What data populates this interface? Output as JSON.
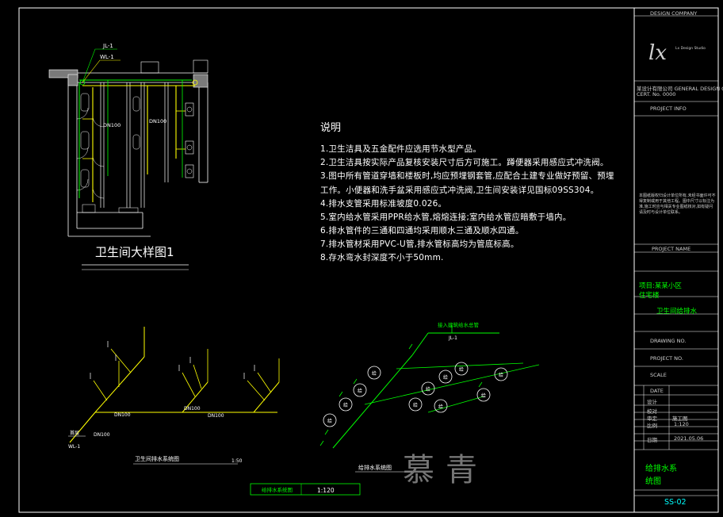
{
  "drawing_title": "卫生间大样图1",
  "notes": {
    "heading": "说明",
    "items": [
      "1.卫生洁具及五金配件应选用节水型产品。",
      "2.卫生洁具按实际产品复核安装尺寸后方可施工。蹲便器采用感应式冲洗阀。",
      "3.图中所有管道穿墙和楼板时,均应预埋钢套管,应配合土建专业做好预留、预埋",
      "工作。小便器和洗手盆采用感应式冲洗阀,卫生间安装详见国标09SS304。",
      "4.排水支管采用标准坡度0.026。",
      "5.室内给水管采用PPR给水管,熔熔连接;室内给水管应暗敷于墙内。",
      "6.排水管件的三通和四通均采用顺水三通及顺水四通。",
      "7.排水管材采用PVC-U管,排水管标高均为管底标高。",
      "8.存水弯水封深度不小于50mm."
    ]
  },
  "plan_labels": {
    "riser_jl": "JL-1",
    "riser_wl": "WL-1",
    "dn_left": "DN100",
    "dn_mid": "DN100"
  },
  "drainage_axon": {
    "title": "卫生间排水系统图",
    "scale": "1:50",
    "riser": "WL-1",
    "dn_main": "DN100",
    "dn_a": "DN100",
    "dn_b": "DN100",
    "dn_c": "DN100",
    "floor": "首层"
  },
  "water_axon": {
    "title": "给排水系统图",
    "note": "接入建筑给水总管",
    "riser": "JL-1",
    "fixture": "给"
  },
  "scale_box": {
    "label": "给排水系统图",
    "scale": "1:120"
  },
  "watermark": "慕青",
  "title_block": {
    "top_small": "DESIGN COMPANY",
    "logo_mark": "lx",
    "logo_text": "Lx Design Studio",
    "line1_a": "某设计有限公司 GENERAL DESIGN CO.",
    "line1_b": "CERT. No. 0000",
    "line2": "PROJECT INFO",
    "statement": "本图纸版权归设计单位所有,未经书面许可不得复制或用于其他工程。图中尺寸以标注为准,施工时应与相关专业图纸核对,如有疑问请及时与设计单位联系。",
    "row_label": "PROJECT NAME",
    "proj_line1": "项目:某某小区",
    "proj_line2": "住宅楼",
    "proj_line3": "卫生间给排水",
    "small_rows": [
      "DRAWING NO.",
      "PROJECT NO.",
      "SCALE",
      "DATE"
    ],
    "cells": {
      "designed": "设计",
      "checked": "校对",
      "scale_label": "比例",
      "scale_value": "1:120",
      "date_label": "日期",
      "date_value": "2021.05.06",
      "approved": "审定",
      "stage": "施工图"
    },
    "drawing_name_1": "给排水系",
    "drawing_name_2": "统图",
    "sheet_no": "SS-02"
  },
  "colors": {
    "background": "#000000",
    "wall": "#ffffff",
    "drain_pipe": "#ffff00",
    "water_pipe": "#00ff00",
    "text_label": "#ffffff",
    "frame": "#ffffff"
  }
}
